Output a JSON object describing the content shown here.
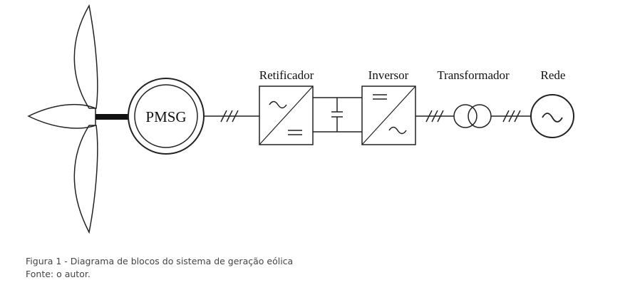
{
  "diagram": {
    "labels": {
      "generator": "PMSG",
      "rectifier": "Retificador",
      "inverter": "Inversor",
      "transformer": "Transformador",
      "grid": "Rede"
    },
    "ac_symbol": "~",
    "dc_symbol": "="
  },
  "caption": {
    "figure": "Figura 1 - Diagrama de blocos do sistema de geração eólica",
    "source": "Fonte: o autor."
  }
}
